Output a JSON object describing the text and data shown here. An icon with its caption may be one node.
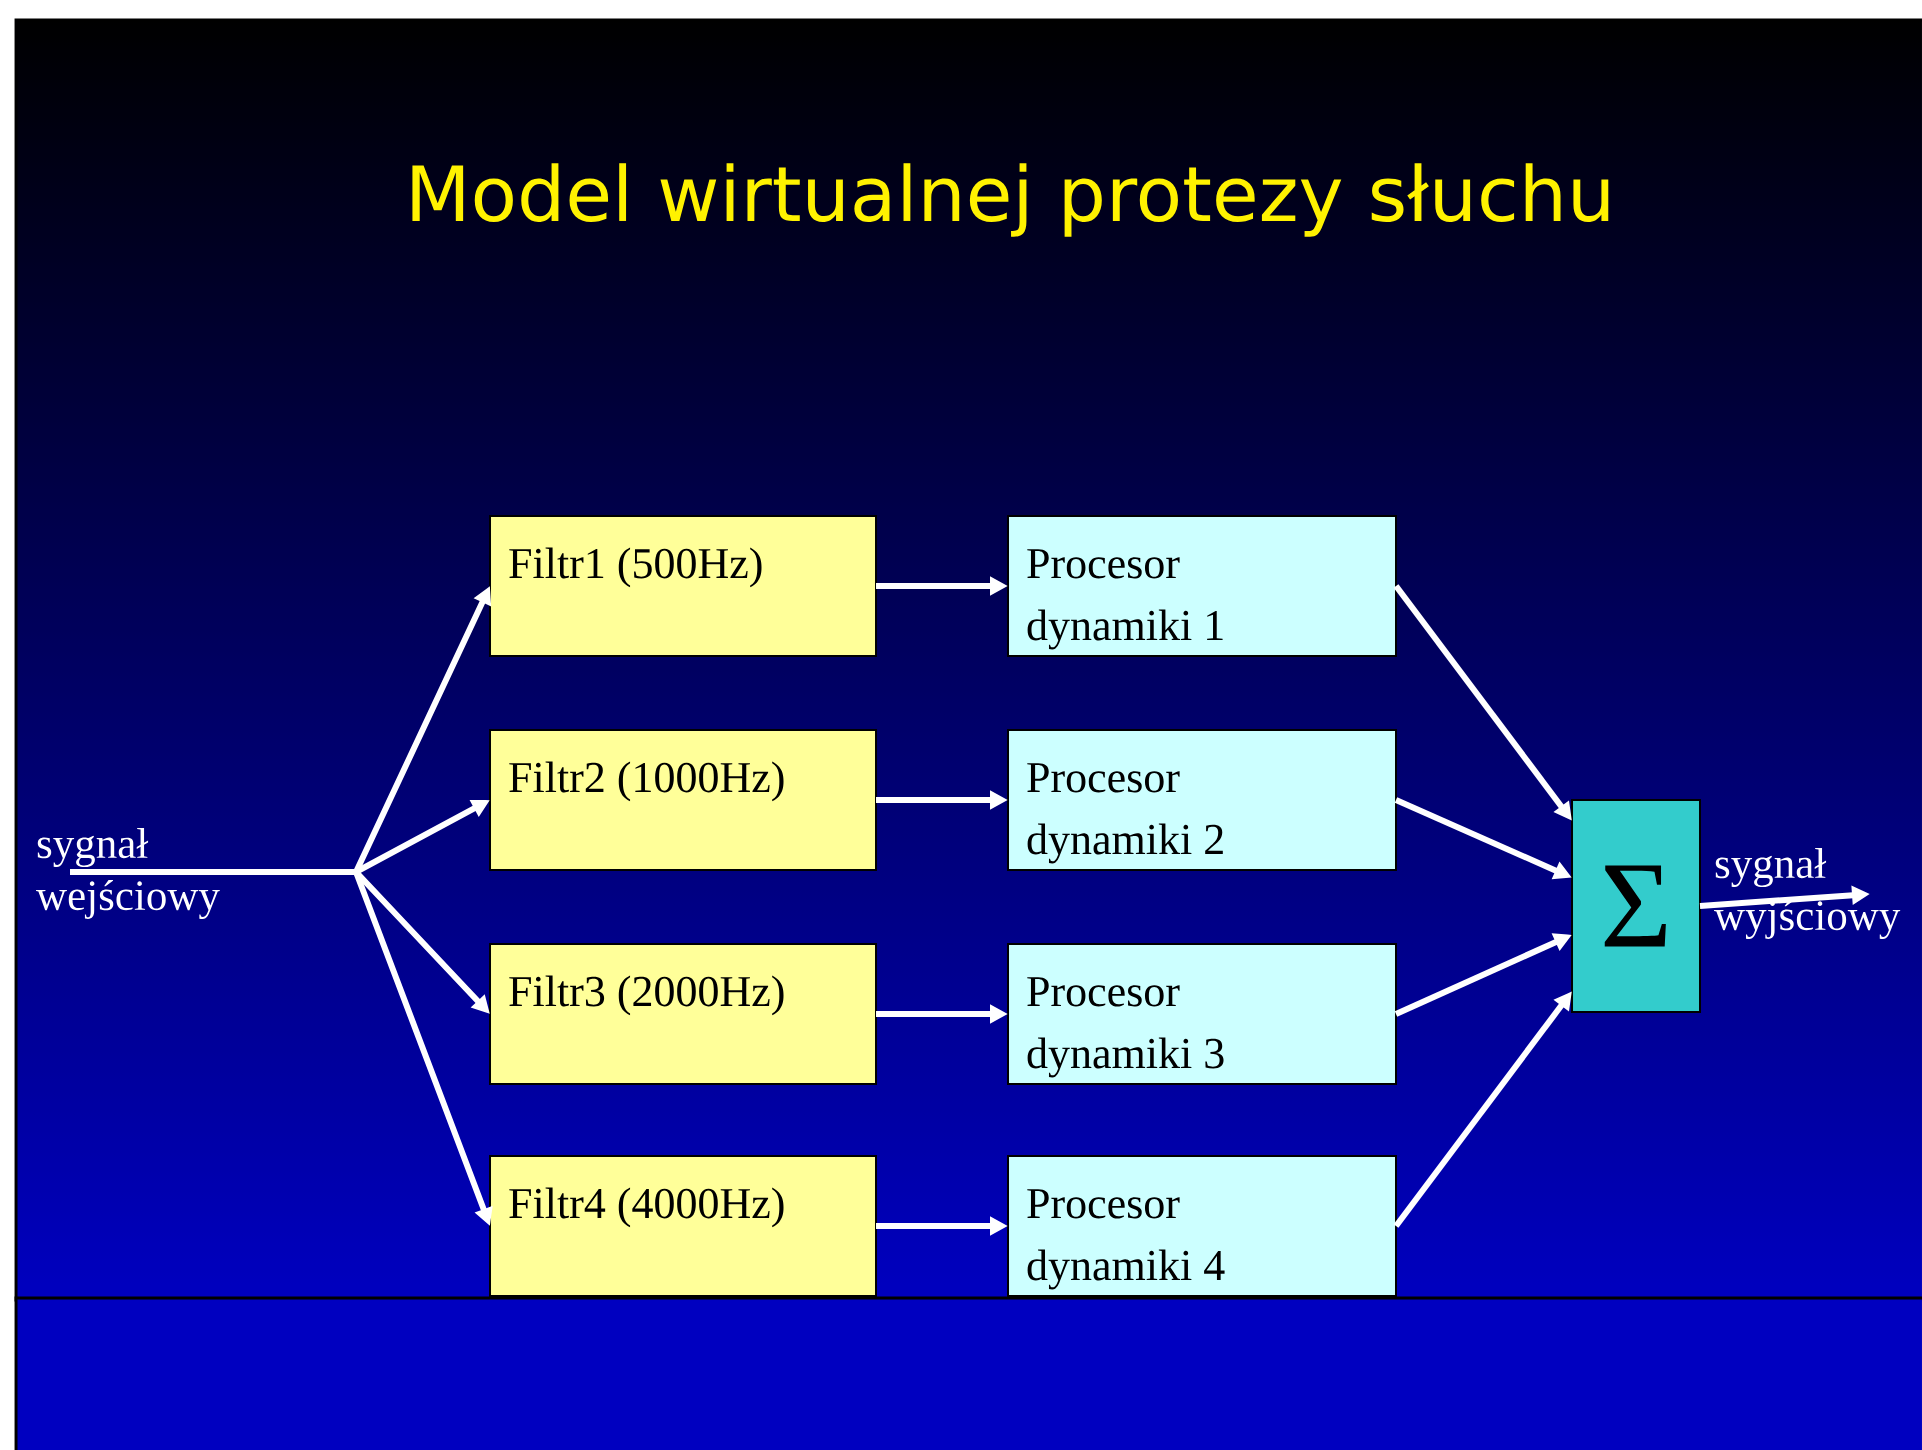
{
  "diagram": {
    "title": "Model wirtualnej protezy słuchu",
    "nodes": [
      {
        "text": [
          "sygnał wejściowy"
        ]
      },
      {
        "text": [
          "Filtr1 (500Hz)"
        ]
      },
      {
        "text": [
          "Filtr2 (1000Hz)"
        ]
      },
      {
        "text": [
          "Filtr3 (2000Hz)"
        ]
      },
      {
        "text": [
          "Filtr4 (4000Hz)"
        ]
      },
      {
        "text": [
          "Procesor dynamiki 1"
        ]
      },
      {
        "text": [
          "Procesor dynamiki 2"
        ]
      },
      {
        "text": [
          "Procesor dynamiki 3"
        ]
      },
      {
        "text": [
          "Procesor dynamiki 4"
        ]
      },
      {
        "text": [
          "Σ"
        ]
      },
      {
        "text": [
          "sygnał wyjściowy"
        ]
      }
    ],
    "edges": [
      {
        "from": 0,
        "to": 1,
        "arrow": "to"
      },
      {
        "from": 0,
        "to": 2,
        "arrow": "to"
      },
      {
        "from": 0,
        "to": 3,
        "arrow": "to"
      },
      {
        "from": 0,
        "to": 4,
        "arrow": "to"
      },
      {
        "from": 1,
        "to": 5,
        "arrow": "to"
      },
      {
        "from": 2,
        "to": 6,
        "arrow": "to"
      },
      {
        "from": 3,
        "to": 7,
        "arrow": "to"
      },
      {
        "from": 4,
        "to": 8,
        "arrow": "to"
      },
      {
        "from": 5,
        "to": 9,
        "arrow": "to"
      },
      {
        "from": 6,
        "to": 9,
        "arrow": "to"
      },
      {
        "from": 7,
        "to": 9,
        "arrow": "to"
      },
      {
        "from": 8,
        "to": 9,
        "arrow": "to"
      },
      {
        "from": 9,
        "to": 10,
        "arrow": "to"
      }
    ]
  }
}
